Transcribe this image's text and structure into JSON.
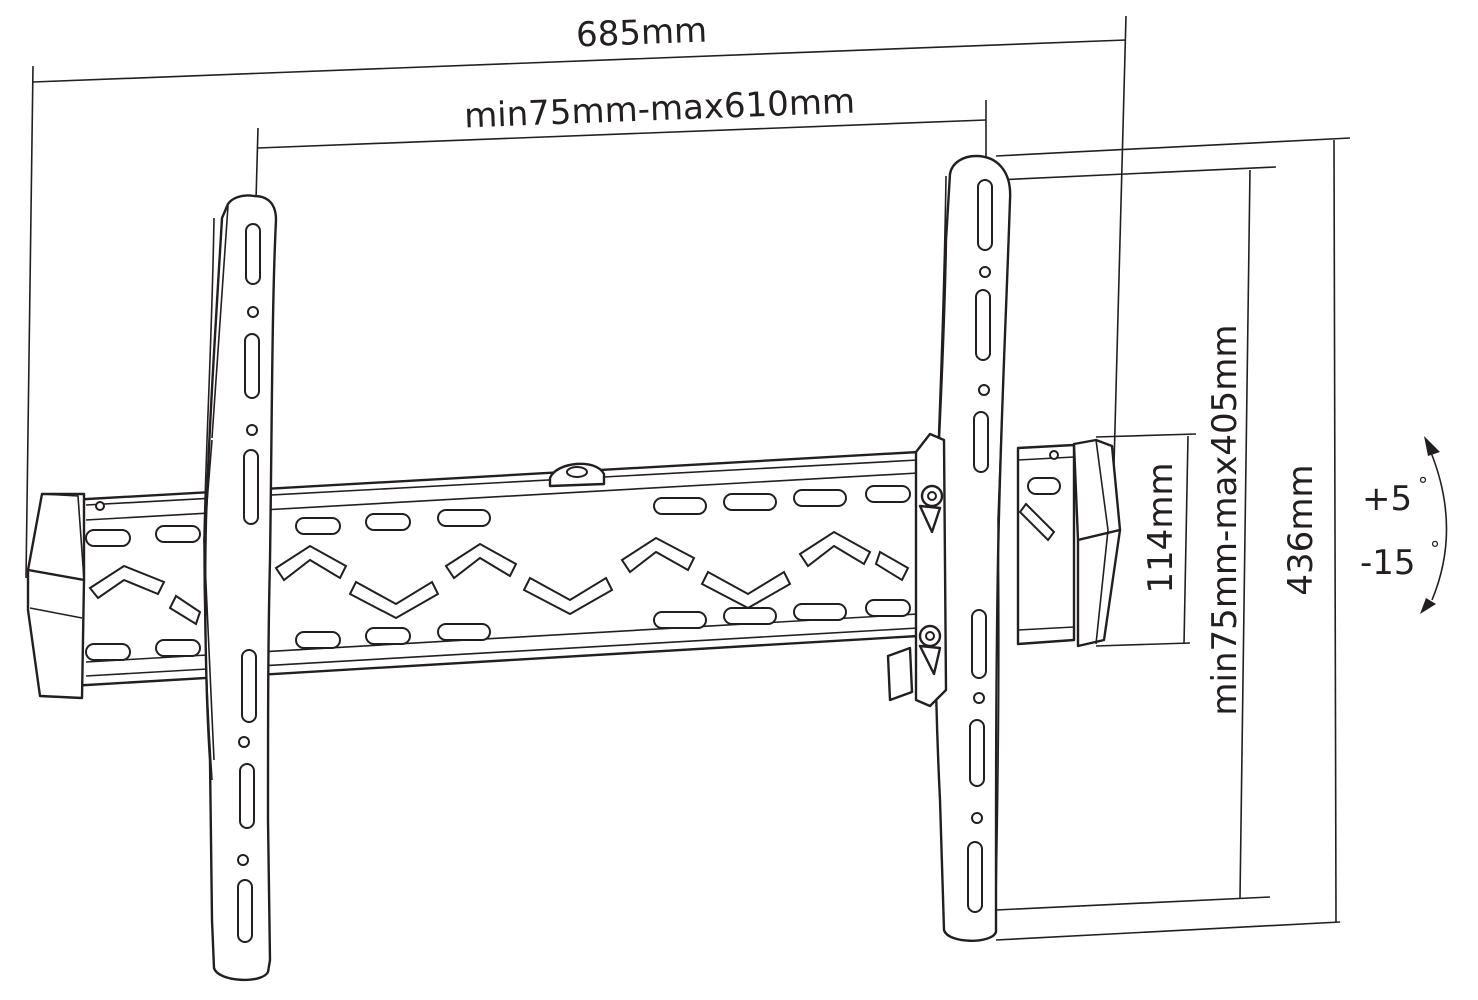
{
  "dimensions": {
    "overall_width": "685mm",
    "vesa_horizontal": "min75mm-max610mm",
    "vesa_vertical": "min75mm-max405mm",
    "overall_height": "436mm",
    "rail_height": "114mm"
  },
  "tilt": {
    "up": "+5",
    "down": "-15",
    "degree_symbol": "°"
  },
  "colors": {
    "line": "#231f20",
    "background": "#ffffff"
  }
}
